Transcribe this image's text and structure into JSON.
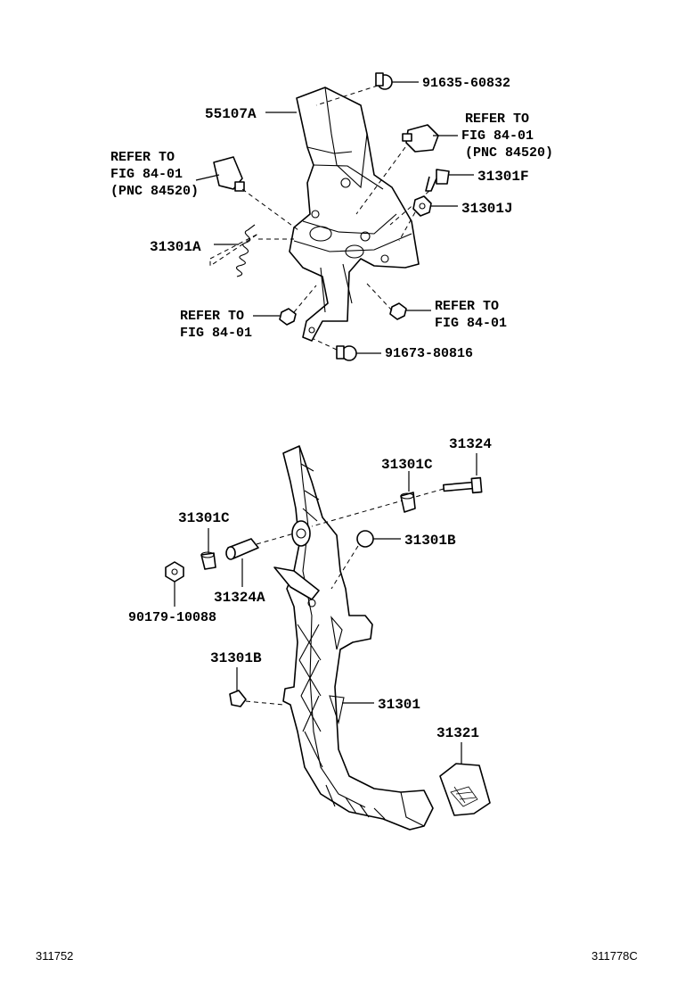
{
  "top_assembly": {
    "labels": {
      "bracket": "55107A",
      "bolt_top": "91635-60832",
      "refer_right_1": "REFER TO",
      "refer_right_2": "FIG 84-01",
      "refer_right_3": "(PNC 84520)",
      "refer_left_1": "REFER TO",
      "refer_left_2": "FIG 84-01",
      "refer_left_3": "(PNC 84520)",
      "stopper_bolt": "31301F",
      "nut": "31301J",
      "spring": "31301A",
      "refer_bottom_left_1": "REFER TO",
      "refer_bottom_left_2": "FIG 84-01",
      "refer_bottom_right_1": "REFER TO",
      "refer_bottom_right_2": "FIG 84-01",
      "bolt_bottom": "91673-80816"
    }
  },
  "pedal_assembly": {
    "labels": {
      "bolt": "31324",
      "bushing_right": "31301C",
      "bushing_left": "31301C",
      "cushion_upper": "31301B",
      "collar": "31324A",
      "nut": "90179-10088",
      "cushion_lower": "31301B",
      "pedal_arm": "31301",
      "pad": "31321"
    }
  },
  "footer": {
    "left_code": "311752",
    "right_code": "311778C"
  }
}
